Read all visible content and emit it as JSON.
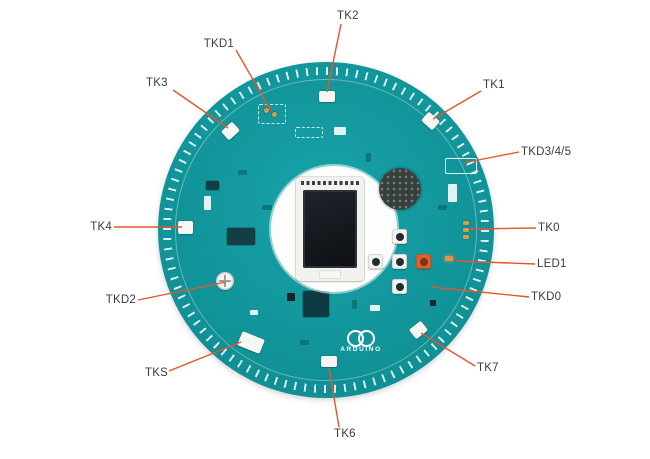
{
  "board": {
    "logo_text": "ARDUINO"
  },
  "callouts": {
    "tk2": {
      "label": "TK2"
    },
    "tkd1": {
      "label": "TKD1"
    },
    "tk3": {
      "label": "TK3"
    },
    "tk1": {
      "label": "TK1"
    },
    "tkd345": {
      "label": "TKD3/4/5"
    },
    "tk4": {
      "label": "TK4"
    },
    "tk0": {
      "label": "TK0"
    },
    "led1": {
      "label": "LED1"
    },
    "tkd0": {
      "label": "TKD0"
    },
    "tkd2": {
      "label": "TKD2"
    },
    "tks": {
      "label": "TKS"
    },
    "tk7": {
      "label": "TK7"
    },
    "tk6": {
      "label": "TK6"
    }
  },
  "colors": {
    "leader_line": "#e2562e",
    "board_teal": "#119499",
    "label_text": "#3c3c3c",
    "accent_button": "#d9622f"
  }
}
